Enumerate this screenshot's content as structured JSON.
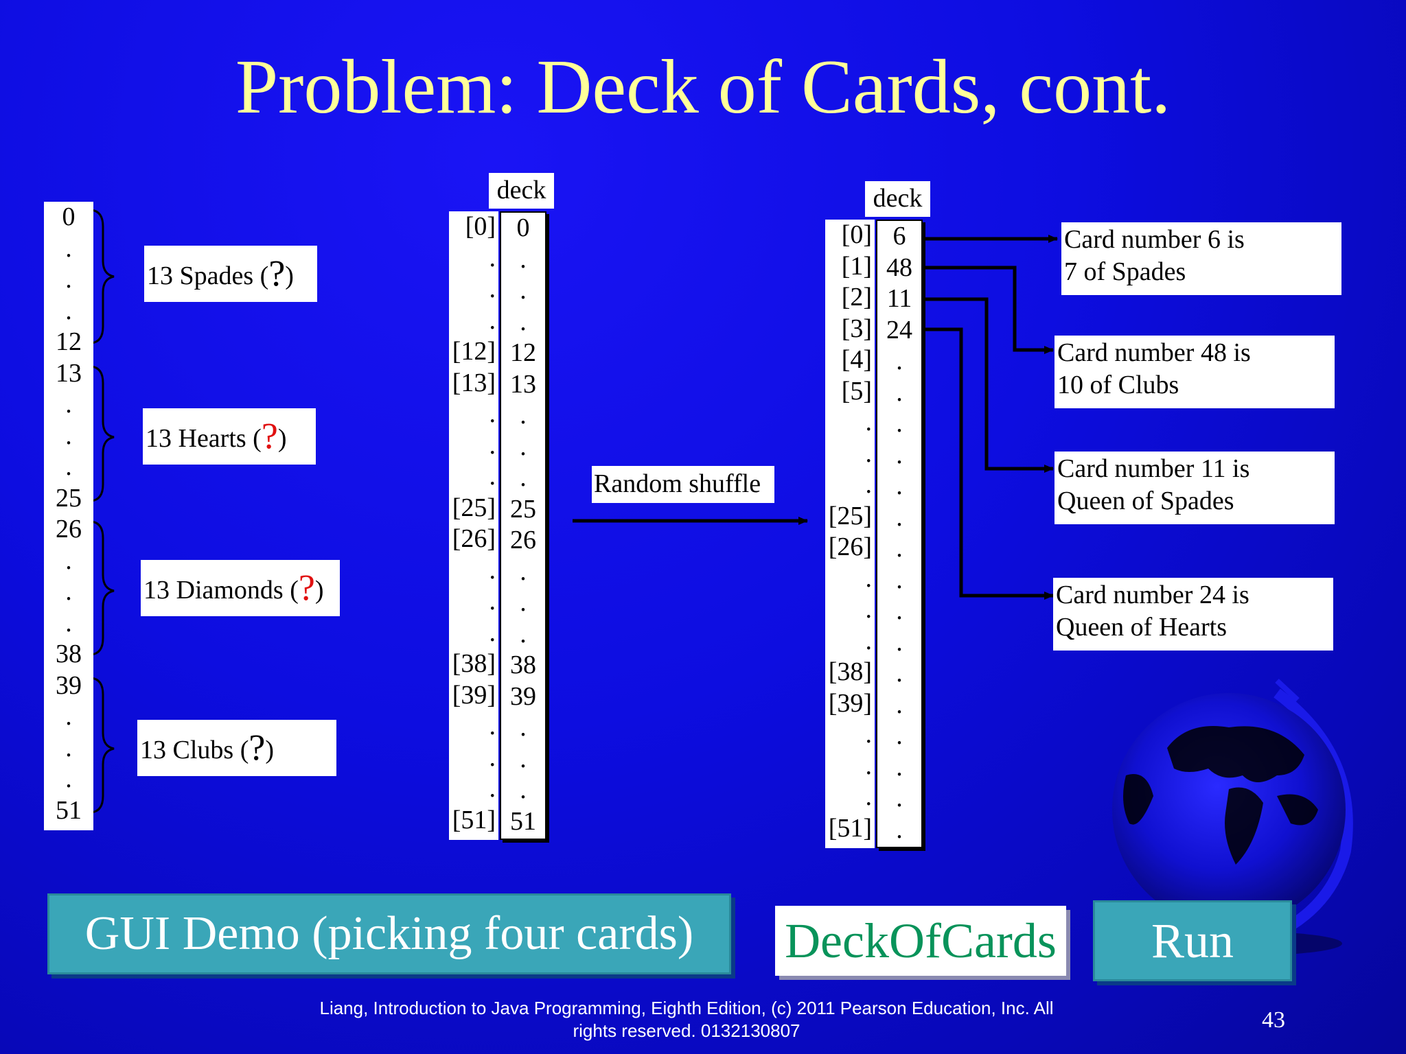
{
  "title": "Problem: Deck of Cards, cont.",
  "suit_index_column": [
    "0",
    ".",
    ".",
    ".",
    "12",
    "13",
    ".",
    ".",
    ".",
    "25",
    "26",
    ".",
    ".",
    ".",
    "38",
    "39",
    ".",
    ".",
    ".",
    "51"
  ],
  "suit_groups": [
    {
      "label": "13 Spades (",
      "mark": "?",
      "close": ")",
      "mark_color": "black"
    },
    {
      "label": "13 Hearts (",
      "mark": "?",
      "close": ")",
      "mark_color": "red"
    },
    {
      "label": "13 Diamonds (",
      "mark": "?",
      "close": ")",
      "mark_color": "red"
    },
    {
      "label": "13 Clubs (",
      "mark": "?",
      "close": ")",
      "mark_color": "black"
    }
  ],
  "original_deck": {
    "label": "deck",
    "indices": [
      "[0]",
      ".",
      ".",
      ".",
      "[12]",
      "[13]",
      ".",
      ".",
      ".",
      "[25]",
      "[26]",
      ".",
      ".",
      ".",
      "[38]",
      "[39]",
      ".",
      ".",
      ".",
      "[51]"
    ],
    "values": [
      "0",
      ".",
      ".",
      ".",
      "12",
      "13",
      ".",
      ".",
      ".",
      "25",
      "26",
      ".",
      ".",
      ".",
      "38",
      "39",
      ".",
      ".",
      ".",
      "51"
    ]
  },
  "shuffle_label": "Random shuffle",
  "shuffled_deck": {
    "label": "deck",
    "indices": [
      "[0]",
      "[1]",
      "[2]",
      "[3]",
      "[4]",
      "[5]",
      ".",
      ".",
      ".",
      "[25]",
      "[26]",
      ".",
      ".",
      ".",
      "[38]",
      "[39]",
      ".",
      ".",
      ".",
      "[51]"
    ],
    "values": [
      "6",
      "48",
      "11",
      "24",
      ".",
      ".",
      ".",
      ".",
      ".",
      ".",
      ".",
      ".",
      ".",
      ".",
      ".",
      ".",
      ".",
      ".",
      ".",
      "."
    ]
  },
  "picked_cards": [
    {
      "line1": "Card number 6 is",
      "line2": "7 of Spades"
    },
    {
      "line1": "Card number 48 is",
      "line2": "10 of Clubs"
    },
    {
      "line1": "Card number 11 is",
      "line2": "Queen of Spades"
    },
    {
      "line1": "Card number 24 is",
      "line2": "Queen of Hearts"
    }
  ],
  "buttons": {
    "gui_demo": "GUI Demo (picking four cards)",
    "deck_of_cards": "DeckOfCards",
    "run": "Run"
  },
  "footer": {
    "line1": "Liang, Introduction to Java Programming, Eighth Edition, (c) 2011 Pearson Education, Inc. All",
    "line2": "rights reserved. 0132130807"
  },
  "page_number": "43",
  "colors": {
    "title": "#ffff99",
    "button_teal": "#3aa6b8",
    "deckofcards_text": "#08935a",
    "question_red": "#e01010"
  },
  "decorations": [
    "globe-graphic"
  ]
}
